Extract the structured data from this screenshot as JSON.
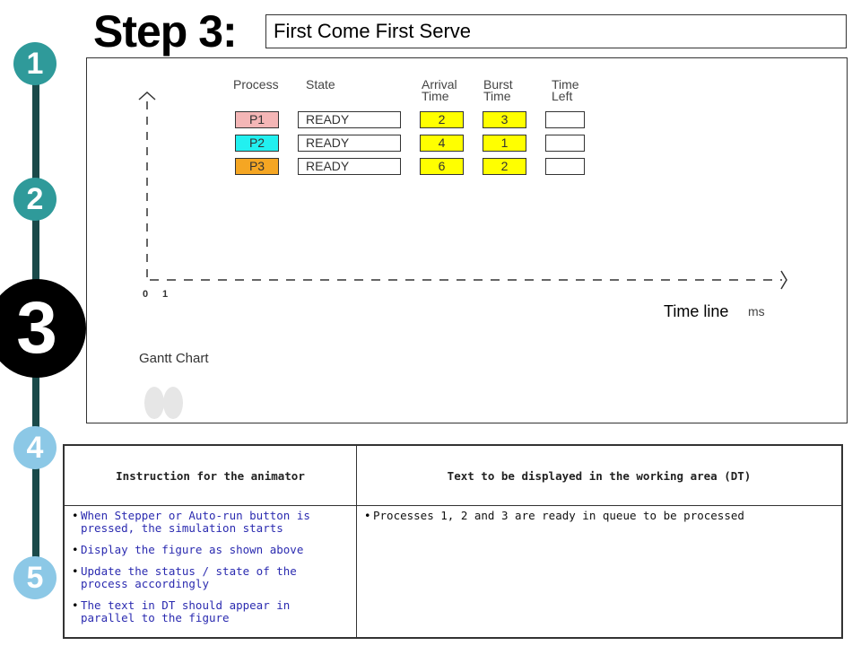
{
  "header": {
    "title": "Step 3:",
    "subtitle": "First Come First Serve"
  },
  "stepper": {
    "steps": [
      {
        "label": "1",
        "color": "#2f9a9a"
      },
      {
        "label": "2",
        "color": "#2f9a9a"
      },
      {
        "label": "3",
        "color": "#000000",
        "current": true
      },
      {
        "label": "4",
        "color": "#8cc8e6"
      },
      {
        "label": "5",
        "color": "#8cc8e6"
      }
    ]
  },
  "process_table": {
    "headers": {
      "process": "Process",
      "state": "State",
      "arrival_1": "Arrival",
      "arrival_2": "Time",
      "burst_1": "Burst",
      "burst_2": "Time",
      "left_1": "Time",
      "left_2": "Left"
    },
    "rows": [
      {
        "process": "P1",
        "color": "#f4b6b6",
        "state": "READY",
        "arrival": "2",
        "burst": "3",
        "time_left": ""
      },
      {
        "process": "P2",
        "color": "#22f0f0",
        "state": "READY",
        "arrival": "4",
        "burst": "1",
        "time_left": ""
      },
      {
        "process": "P3",
        "color": "#f5a623",
        "state": "READY",
        "arrival": "6",
        "burst": "2",
        "time_left": ""
      }
    ],
    "value_color": "#ffff00"
  },
  "timeline": {
    "tick_0": "0",
    "tick_1": "1",
    "label": "Time line",
    "unit": "ms"
  },
  "gantt": {
    "label": "Gantt Chart"
  },
  "instructions": {
    "col1_header": "Instruction for the animator",
    "col2_header": "Text to be displayed in the working area (DT)",
    "animator": [
      "When Stepper or Auto-run  button is pressed, the simulation  starts",
      " Display the figure as shown above",
      " Update the status / state  of the process accordingly",
      "The text in DT should appear  in parallel to the figure"
    ],
    "display_text": [
      "Processes 1, 2 and 3 are ready in queue to be processed"
    ]
  }
}
